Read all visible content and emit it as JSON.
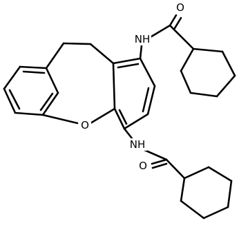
{
  "structure": {
    "atoms": {
      "o_ether": "O",
      "n_top": "NH",
      "o_top": "O",
      "n_bottom": "NH",
      "o_bottom": "O"
    }
  }
}
